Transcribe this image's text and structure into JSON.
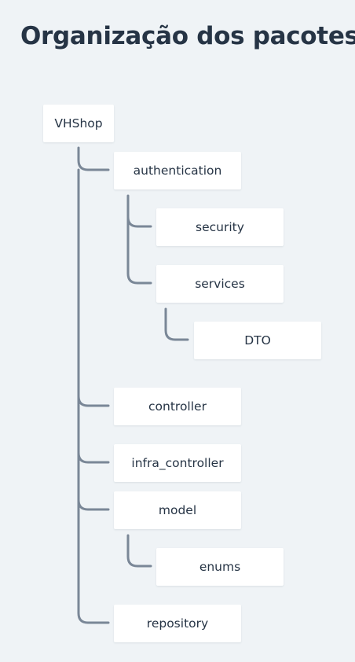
{
  "title": "Organização dos pacotes",
  "tree": {
    "root": "VHShop",
    "authentication": "authentication",
    "security": "security",
    "services": "services",
    "dto": "DTO",
    "controller": "controller",
    "infra_controller": "infra_controller",
    "model": "model",
    "enums": "enums",
    "repository": "repository"
  }
}
